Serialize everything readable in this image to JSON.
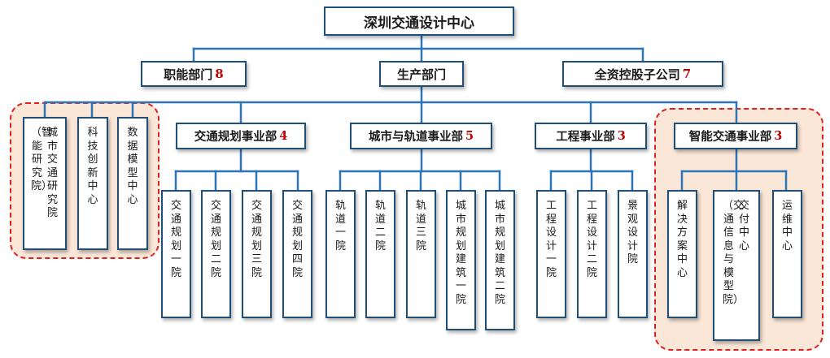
{
  "root": {
    "label": "深圳交通设计中心"
  },
  "functional": {
    "label": "职能部门",
    "count": "8"
  },
  "production": {
    "label": "生产部门"
  },
  "holding": {
    "label": "全资控股子公司",
    "count": "7"
  },
  "functional_units": [
    {
      "lines": [
        "城市交通研究院",
        "（智能研究院）"
      ]
    },
    {
      "lines": [
        "科技创新中心"
      ]
    },
    {
      "lines": [
        "数据模型中心"
      ]
    }
  ],
  "divisions": [
    {
      "label": "交通规划事业部",
      "count": "4",
      "units": [
        {
          "lines": [
            "交通规划一院"
          ]
        },
        {
          "lines": [
            "交通规划二院"
          ]
        },
        {
          "lines": [
            "交通规划三院"
          ]
        },
        {
          "lines": [
            "交通规划四院"
          ]
        }
      ]
    },
    {
      "label": "城市与轨道事业部",
      "count": "5",
      "units": [
        {
          "lines": [
            "轨道一院"
          ]
        },
        {
          "lines": [
            "轨道二院"
          ]
        },
        {
          "lines": [
            "轨道三院"
          ]
        },
        {
          "lines": [
            "城市规划建筑一院"
          ]
        },
        {
          "lines": [
            "城市规划建筑二院"
          ]
        }
      ]
    },
    {
      "label": "工程事业部",
      "count": "3",
      "units": [
        {
          "lines": [
            "工程设计一院"
          ]
        },
        {
          "lines": [
            "工程设计二院"
          ]
        },
        {
          "lines": [
            "景观设计院"
          ]
        }
      ]
    },
    {
      "label": "智能交通事业部",
      "count": "3",
      "units": [
        {
          "lines": [
            "解决方案中心"
          ]
        },
        {
          "lines": [
            "交付中心",
            "（交通信息与模型院）"
          ]
        },
        {
          "lines": [
            "运维中心"
          ]
        }
      ]
    }
  ],
  "colors": {
    "border": "#1f4e79",
    "connector": "#2e75b6",
    "count": "#c00000",
    "highlight_border": "#e02020",
    "highlight_fill": "#fbe7d8"
  }
}
